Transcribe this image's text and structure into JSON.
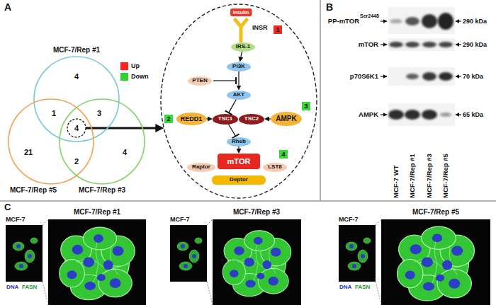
{
  "diagram": {
    "nodes": [
      {
        "text": [
          "MCF-7/Rep #1"
        ]
      },
      {
        "text": [
          "MCF-7/Rep #5"
        ]
      },
      {
        "text": [
          "MCF-7/Rep #3"
        ]
      },
      {
        "text": [
          "4"
        ]
      },
      {
        "text": []
      },
      {
        "text": [
          "Insulin"
        ],
        "in": 4
      },
      {
        "text": [
          "INSR"
        ],
        "in": 4
      },
      {
        "text": [
          "IRS-1"
        ],
        "in": 4
      },
      {
        "text": [
          "PI3K"
        ],
        "in": 4
      },
      {
        "text": [
          "PTEN"
        ],
        "in": 4
      },
      {
        "text": [
          "AKT"
        ],
        "in": 4
      },
      {
        "text": [
          "TSC1"
        ],
        "in": 4
      },
      {
        "text": [
          "TSC2"
        ],
        "in": 4
      },
      {
        "text": [
          "REDD1"
        ],
        "in": 4
      },
      {
        "text": [
          "AMPK"
        ],
        "in": 4
      },
      {
        "text": [
          "Rheb"
        ],
        "in": 4
      },
      {
        "text": [
          "Raptor"
        ],
        "in": 4
      },
      {
        "text": [
          "mTOR"
        ],
        "in": 4
      },
      {
        "text": [
          "LST8"
        ],
        "in": 4
      },
      {
        "text": [
          "Deptor"
        ],
        "in": 4
      }
    ],
    "edges": [
      {
        "from": 3,
        "to": 4,
        "arrow": "to"
      },
      {
        "from": 7,
        "to": 8,
        "arrow": "to"
      },
      {
        "from": 8,
        "to": 10,
        "arrow": "to"
      },
      {
        "from": 10,
        "to": 11,
        "arrow": "to"
      },
      {
        "from": 13,
        "to": 11,
        "arrow": "to"
      },
      {
        "from": 14,
        "to": 12,
        "arrow": "to"
      },
      {
        "from": 11,
        "to": 15,
        "arrow": "to"
      },
      {
        "from": 15,
        "to": 17,
        "arrow": "to"
      }
    ],
    "labels": [
      "A",
      "B",
      "C",
      "4",
      "1",
      "3",
      "21",
      "2",
      "4",
      "1",
      "2",
      "3",
      "4",
      "PP-mTOR",
      "Ser2448",
      "290 kDa",
      "mTOR",
      "290 kDa",
      "p70S6K1",
      "70 kDa",
      "AMPK",
      "65 kDa",
      "MCF-7 WT",
      "MCF-7/Rep #1",
      "MCF-7/Rep #3",
      "MCF-7/Rep #5",
      "MCF-7",
      "MCF-7/Rep #1",
      "MCF-7",
      "MCF-7/Rep #3",
      "MCF-7",
      "MCF-7/Rep #5",
      "DNA",
      "FASN",
      "DNA",
      "FASN"
    ],
    "legend": [
      {
        "text": "Up",
        "color": "#ff2020"
      },
      {
        "text": "Down",
        "color": "#2ed12e"
      }
    ]
  }
}
